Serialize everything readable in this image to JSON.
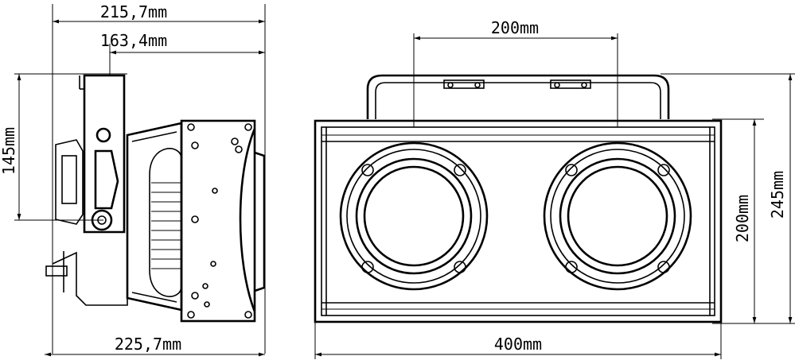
{
  "dimensions": {
    "side_width_top": "215,7mm",
    "side_width_inner": "163,4mm",
    "side_height": "145mm",
    "side_width_bottom": "225,7mm",
    "front_lens_spacing": "200mm",
    "front_inner_height": "200mm",
    "front_total_height": "245mm",
    "front_width": "400mm"
  }
}
